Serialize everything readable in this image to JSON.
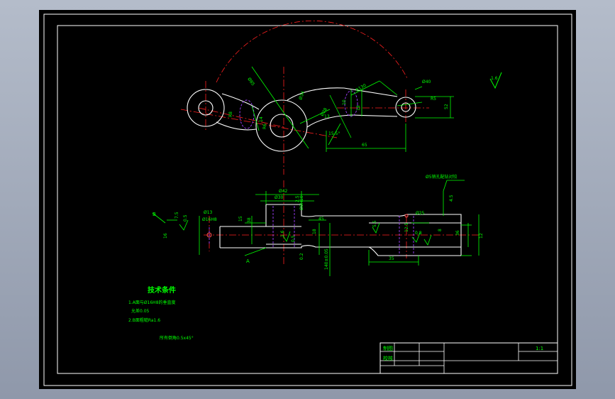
{
  "drawing": {
    "colors": {
      "background": "#000000",
      "frame": "#ffffff",
      "dimension": "#00ff00",
      "center": "#ff2020",
      "hidden": "#a040ff"
    },
    "scale_mark": "1:1",
    "surface_finish_mark": "1.6",
    "view_labels": {
      "a": "A",
      "b": "B"
    },
    "top_view_dims": [
      "Ø85",
      "Ø34",
      "Ø40",
      "R130",
      "Ø28",
      "R5",
      "52",
      "65",
      "15.5°",
      "18",
      "10",
      "14",
      "13",
      "R8",
      "R6"
    ],
    "front_view_dims": [
      "Ø42",
      "Ø30",
      "Ø16H8",
      "Ø13",
      "Ø8H10",
      "7.5",
      "0.5",
      "16",
      "38",
      "15",
      "2.5",
      "1.6",
      "0.5",
      "45",
      "18",
      "12",
      "0.2",
      "5.5",
      "4.5",
      "8",
      "Ø25",
      "12.5",
      "36",
      "35",
      "0.8",
      "140±0.05"
    ],
    "callout": "Ø5销孔配钻对铰",
    "tech_requirements": {
      "title": "技术条件",
      "items": [
        "1.A面与Ø16H8的垂直度",
        "允差0.05",
        "2.B面粗糙Ra1.6"
      ],
      "note": "所有倒角0.5x45°"
    },
    "title_block": {
      "drawn": "制图",
      "checked": "校核",
      "scale": "1:1"
    }
  }
}
